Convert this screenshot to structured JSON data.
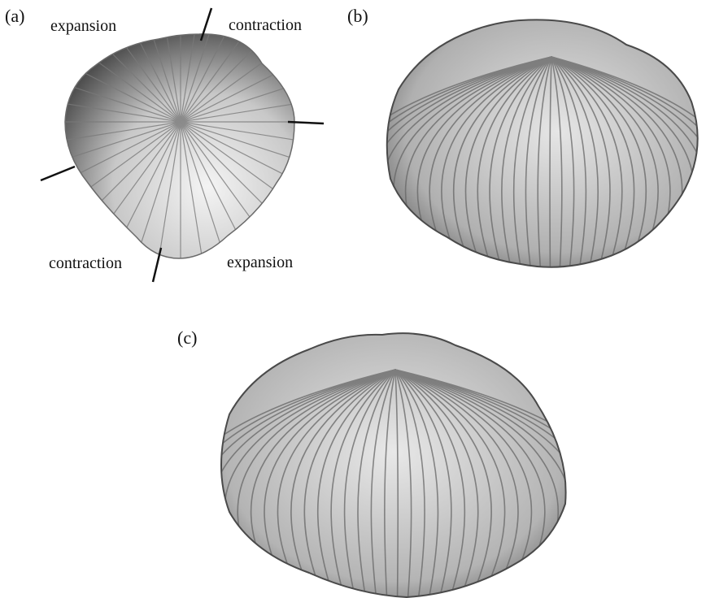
{
  "panels": [
    {
      "label": "(a)"
    },
    {
      "label": "(b)"
    },
    {
      "label": "(c)"
    }
  ],
  "annotations": {
    "top_left": "expansion",
    "top_right": "contraction",
    "bottom_left": "contraction",
    "bottom_right": "expansion"
  },
  "colors": {
    "surface_light": "#eeeeee",
    "surface_mid": "#b4b4b4",
    "surface_dark": "#3a3a3a",
    "axis_line": "#111111",
    "text": "#111111"
  }
}
